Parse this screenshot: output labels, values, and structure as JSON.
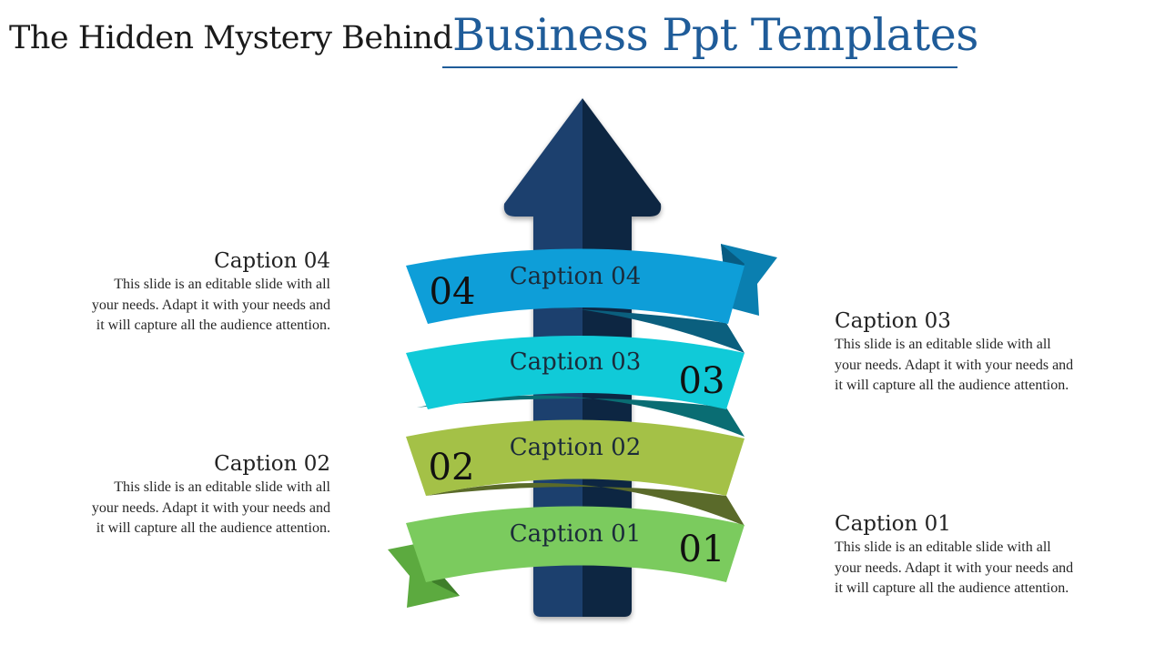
{
  "header": {
    "title_lead": "The Hidden Mystery Behind",
    "title_highlight": "Business Ppt Templates"
  },
  "colors": {
    "accent": "#1F5C99",
    "arrow_light": "#1A3F6E",
    "arrow_dark": "#0F2543",
    "caption_04": "#0E9ED8",
    "caption_03": "#10CAD8",
    "caption_02": "#A4C147",
    "caption_01": "#7BCB5E"
  },
  "banners": [
    {
      "number": "04",
      "label": "Caption 04",
      "color": "#0E9ED8"
    },
    {
      "number": "03",
      "label": "Caption 03",
      "color": "#10CAD8"
    },
    {
      "number": "02",
      "label": "Caption 02",
      "color": "#A4C147"
    },
    {
      "number": "01",
      "label": "Caption 01",
      "color": "#7BCB5E"
    }
  ],
  "descriptions": {
    "caption_04": {
      "title": "Caption 04",
      "body": "This slide is an editable slide with all your needs. Adapt it with your needs and it will capture all the audience attention."
    },
    "caption_03": {
      "title": "Caption 03",
      "body": "This slide is an editable slide with all your needs. Adapt it with your needs and it will capture all the audience attention."
    },
    "caption_02": {
      "title": "Caption 02",
      "body": "This slide is an editable slide with all your needs. Adapt it with your needs and it will capture all the audience attention."
    },
    "caption_01": {
      "title": "Caption 01",
      "body": "This slide is an editable slide with all your needs. Adapt it with your needs and it will capture all the audience attention."
    }
  }
}
